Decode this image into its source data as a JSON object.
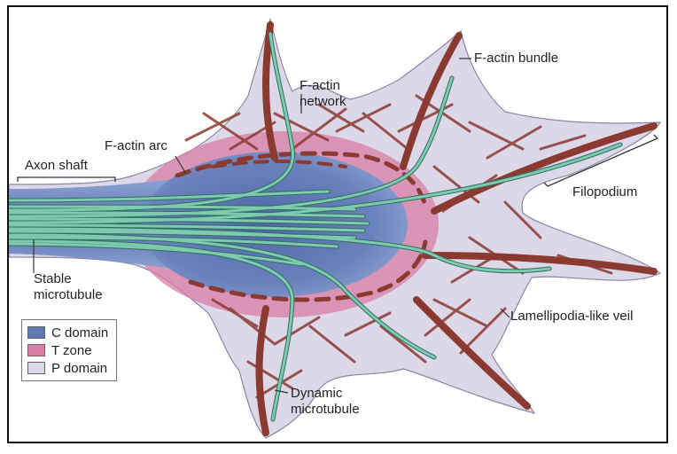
{
  "labels": {
    "axon_shaft": "Axon shaft",
    "f_actin_arc": "F-actin arc",
    "f_actin_network": "F-actin\nnetwork",
    "f_actin_bundle": "F-actin bundle",
    "filopodium": "Filopodium",
    "stable_microtubule": "Stable\nmicrotubule",
    "lamellipodia_veil": "Lamellipodia-like veil",
    "dynamic_microtubule": "Dynamic\nmicrotubule"
  },
  "legend": [
    {
      "label": "C domain",
      "color": "#5f78b4"
    },
    {
      "label": "T zone",
      "color": "#d97fa6"
    },
    {
      "label": "P domain",
      "color": "#dcd8e8"
    }
  ],
  "colors": {
    "c_domain": "#5f78b4",
    "t_zone": "#d97fa6",
    "p_domain": "#dcd8e8",
    "f_actin": "#8b3a32",
    "microtubule": "#7fc9b0"
  }
}
